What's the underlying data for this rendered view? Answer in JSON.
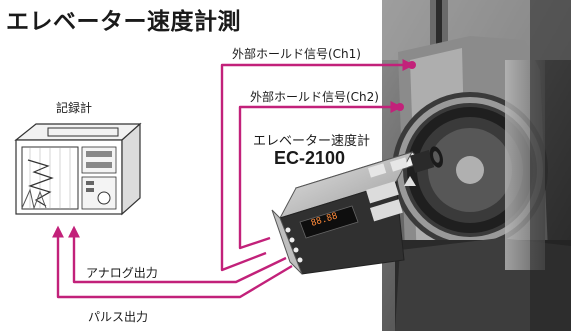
{
  "title": "エレベーター速度計測",
  "labels": {
    "recorder": "記録計",
    "ext_hold_ch1": "外部ホールド信号(Ch1)",
    "ext_hold_ch2": "外部ホールド信号(Ch2)",
    "device_name": "エレベーター速度計",
    "device_model": "EC-2100",
    "analog_output": "アナログ出力",
    "pulse_output": "パルス出力"
  },
  "colors": {
    "signal_line": "#c2217a",
    "text": "#1a1a1a"
  }
}
